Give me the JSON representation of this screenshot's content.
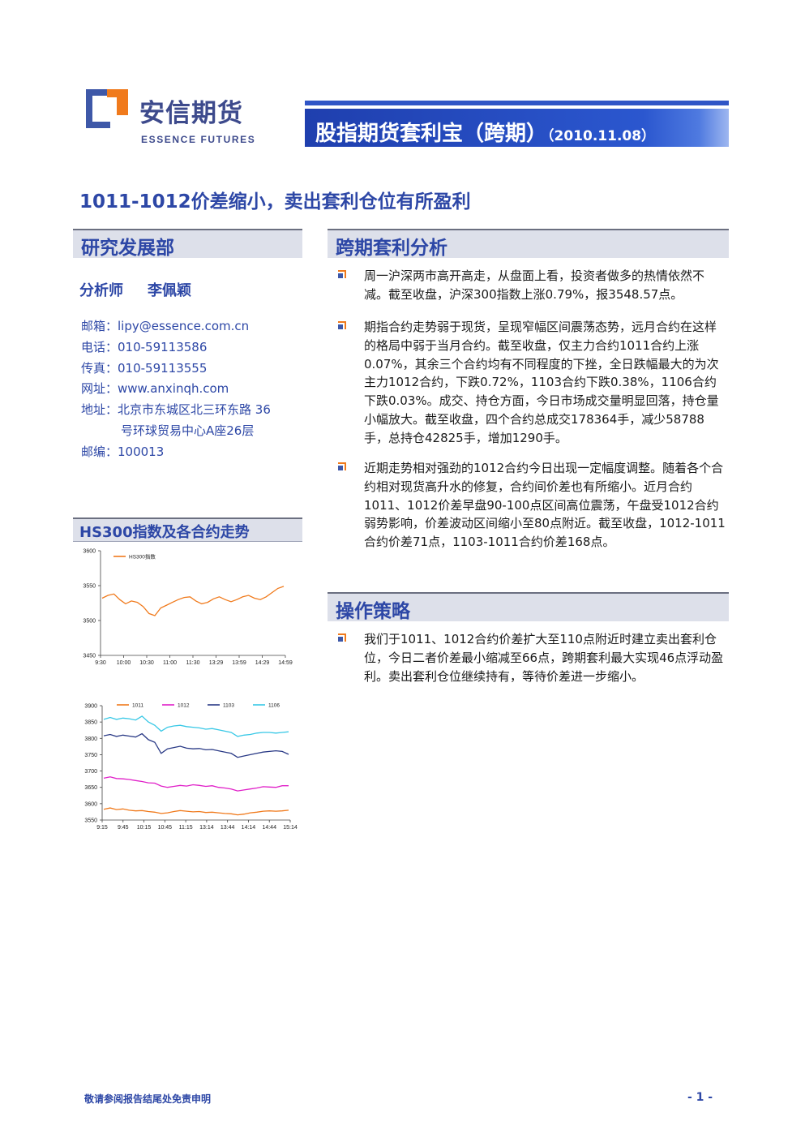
{
  "header": {
    "logo_cn": "安信期货",
    "logo_en": "ESSENCE FUTURES",
    "report_title": "股指期货套利宝（跨期）",
    "report_date": "（2010.11.08）"
  },
  "headline": "1011-1012价差缩小，卖出套利仓位有所盈利",
  "left": {
    "section_title": "研究发展部",
    "analyst_label": "分析师",
    "analyst_name": "李佩颖",
    "contact": {
      "email": "邮箱：lipy@essence.com.cn",
      "phone": "电话：010-59113586",
      "fax": "传真：010-59113555",
      "web": "网址：www.anxinqh.com",
      "address_1": "地址：北京市东城区北三环东路 36",
      "address_2": "号环球贸易中心A座26层",
      "zip": "邮编：100013"
    },
    "chart_section_title": "HS300指数及各合约走势"
  },
  "right": {
    "analysis_title": "跨期套利分析",
    "analysis_bullets": [
      "周一沪深两市高开高走，从盘面上看，投资者做多的热情依然不减。截至收盘，沪深300指数上涨0.79%，报3548.57点。",
      "期指合约走势弱于现货，呈现窄幅区间震荡态势，远月合约在这样的格局中弱于当月合约。截至收盘，仅主力合约1011合约上涨0.07%，其余三个合约均有不同程度的下挫，全日跌幅最大的为次主力1012合约，下跌0.72%，1103合约下跌0.38%，1106合约下跌0.03%。成交、持仓方面，今日市场成交量明显回落，持仓量小幅放大。截至收盘，四个合约总成交178364手，减少58788手，总持仓42825手，增加1290手。",
      "近期走势相对强劲的1012合约今日出现一定幅度调整。随着各个合约相对现货高升水的修复，合约间价差也有所缩小。近月合约1011、1012价差早盘90-100点区间高位震荡，午盘受1012合约弱势影响，价差波动区间缩小至80点附近。截至收盘，1012-1011合约价差71点，1103-1011合约价差168点。"
    ],
    "strategy_title": "操作策略",
    "strategy_bullets": [
      "我们于1011、1012合约价差扩大至110点附近时建立卖出套利仓位，今日二者价差最小缩减至66点，跨期套利最大实现46点浮动盈利。卖出套利仓位继续持有，等待价差进一步缩小。"
    ]
  },
  "chart_data": [
    {
      "type": "line",
      "categories": [
        "9:30",
        "10:00",
        "10:30",
        "11:00",
        "11:30",
        "13:29",
        "13:59",
        "14:29",
        "14:59"
      ],
      "ylim": [
        3450,
        3600
      ],
      "yticks": [
        3450,
        3500,
        3550,
        3600
      ],
      "legend": "top-left",
      "series": [
        {
          "name": "HS300指数",
          "color": "#f07a1c",
          "values": [
            3532,
            3536,
            3538,
            3530,
            3524,
            3528,
            3526,
            3520,
            3510,
            3507,
            3518,
            3522,
            3526,
            3530,
            3533,
            3534,
            3528,
            3524,
            3526,
            3531,
            3534,
            3530,
            3527,
            3530,
            3534,
            3536,
            3532,
            3530,
            3534,
            3540,
            3546,
            3549
          ]
        }
      ]
    },
    {
      "type": "line",
      "categories": [
        "9:15",
        "9:45",
        "10:15",
        "10:45",
        "11:15",
        "13:14",
        "13:44",
        "14:14",
        "14:44",
        "15:14"
      ],
      "ylim": [
        3550,
        3900
      ],
      "yticks": [
        3550,
        3600,
        3650,
        3700,
        3750,
        3800,
        3850,
        3900
      ],
      "legend": "top",
      "series": [
        {
          "name": "1011",
          "color": "#f07a1c",
          "values": [
            3583,
            3587,
            3582,
            3584,
            3580,
            3578,
            3579,
            3576,
            3574,
            3570,
            3572,
            3576,
            3579,
            3577,
            3575,
            3576,
            3573,
            3574,
            3572,
            3570,
            3569,
            3566,
            3568,
            3572,
            3574,
            3577,
            3578,
            3577,
            3578,
            3580
          ]
        },
        {
          "name": "1012",
          "color": "#e020c8",
          "values": [
            3678,
            3682,
            3677,
            3676,
            3674,
            3671,
            3668,
            3664,
            3663,
            3654,
            3650,
            3653,
            3656,
            3654,
            3658,
            3656,
            3653,
            3655,
            3650,
            3648,
            3645,
            3639,
            3642,
            3645,
            3648,
            3652,
            3651,
            3650,
            3655,
            3655
          ]
        },
        {
          "name": "1103",
          "color": "#2a3a86",
          "values": [
            3808,
            3812,
            3806,
            3810,
            3807,
            3804,
            3814,
            3796,
            3788,
            3754,
            3768,
            3772,
            3776,
            3770,
            3768,
            3769,
            3765,
            3766,
            3762,
            3758,
            3754,
            3742,
            3746,
            3750,
            3754,
            3758,
            3760,
            3762,
            3760,
            3751
          ]
        },
        {
          "name": "1106",
          "color": "#38c8e6",
          "values": [
            3858,
            3864,
            3858,
            3862,
            3860,
            3856,
            3868,
            3850,
            3840,
            3822,
            3834,
            3838,
            3840,
            3836,
            3834,
            3832,
            3828,
            3830,
            3826,
            3822,
            3818,
            3806,
            3810,
            3812,
            3816,
            3818,
            3818,
            3816,
            3818,
            3820
          ]
        }
      ]
    }
  ],
  "footer": {
    "disclaimer": "敬请参阅报告结尾处免责申明",
    "page": "- 1 -"
  }
}
